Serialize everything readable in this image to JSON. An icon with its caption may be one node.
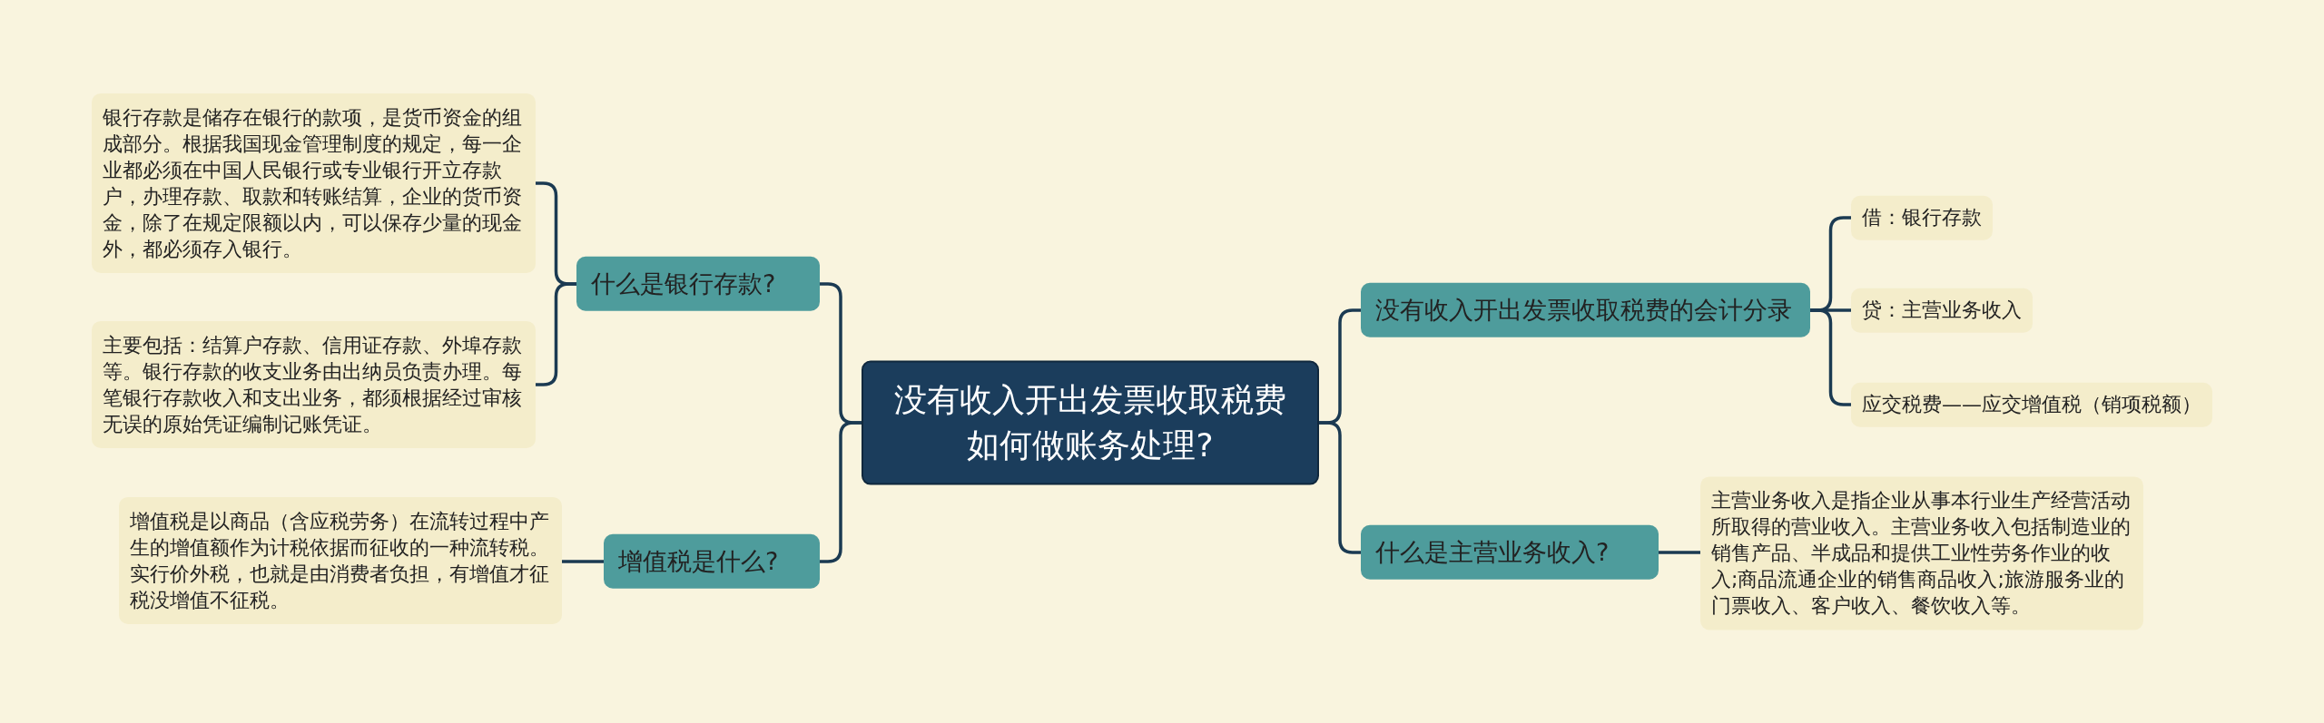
{
  "diagram": {
    "nodes": [
      {
        "text": [
          "没有收入开出发票收取税费如何做账务处理?"
        ]
      },
      {
        "text": [
          "什么是银行存款?"
        ]
      },
      {
        "text": [
          "银行存款是储存在银行的款项，是货币资金的组成部分。根据我国现金管理制度的规定，每一企业都必须在中国人民银行或专业银行开立存款户，办理存款、取款和转账结算，企业的货币资金，除了在规定限额以内，可以保存少量的现金外，都必须存入银行。"
        ]
      },
      {
        "text": [
          "主要包括：结算户存款、信用证存款、外埠存款等。银行存款的收支业务由出纳员负责办理。每笔银行存款收入和支出业务，都须根据经过审核无误的原始凭证编制记账凭证。"
        ]
      },
      {
        "text": [
          "增值税是什么?"
        ]
      },
      {
        "text": [
          "增值税是以商品（含应税劳务）在流转过程中产生的增值额作为计税依据而征收的一种流转税。实行价外税，也就是由消费者负担，有增值才征税没增值不征税。"
        ]
      },
      {
        "text": [
          "没有收入开出发票收取税费的会计分录"
        ]
      },
      {
        "text": [
          "借：银行存款"
        ]
      },
      {
        "text": [
          "贷：主营业务收入"
        ]
      },
      {
        "text": [
          "应交税费——应交增值税（销项税额）"
        ]
      },
      {
        "text": [
          "什么是主营业务收入?"
        ]
      },
      {
        "text": [
          "主营业务收入是指企业从事本行业生产经营活动所取得的营业收入。主营业务收入包括制造业的销售产品、半成品和提供工业性劳务作业的收入;商品流通企业的销售商品收入;旅游服务业的门票收入、客户收入、餐饮收入等。"
        ]
      }
    ],
    "edges": [
      {
        "from": 0,
        "to": 1,
        "arrow": "none"
      },
      {
        "from": 1,
        "to": 2,
        "arrow": "none"
      },
      {
        "from": 1,
        "to": 3,
        "arrow": "none"
      },
      {
        "from": 0,
        "to": 4,
        "arrow": "none"
      },
      {
        "from": 4,
        "to": 5,
        "arrow": "none"
      },
      {
        "from": 0,
        "to": 6,
        "arrow": "none"
      },
      {
        "from": 6,
        "to": 7,
        "arrow": "none"
      },
      {
        "from": 6,
        "to": 8,
        "arrow": "none"
      },
      {
        "from": 6,
        "to": 9,
        "arrow": "none"
      },
      {
        "from": 0,
        "to": 10,
        "arrow": "none"
      },
      {
        "from": 10,
        "to": 11,
        "arrow": "none"
      }
    ]
  }
}
